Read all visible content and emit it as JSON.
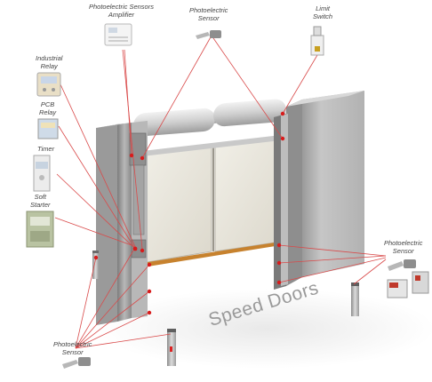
{
  "title": "Speed Doors",
  "labels": {
    "amplifier": [
      "Photoelectric Sensors",
      "Amplifier"
    ],
    "sensor_top": [
      "Photoelectric",
      "Sensor"
    ],
    "limit_switch": [
      "Limit",
      "Switch"
    ],
    "industrial_relay": [
      "Industrial",
      "Relay"
    ],
    "pcb_relay": [
      "PCB",
      "Relay"
    ],
    "timer": [
      "Timer"
    ],
    "soft_starter": [
      "Soft",
      "Starter"
    ],
    "sensor_right": [
      "Photoelectric",
      "Sensor"
    ],
    "sensor_bottom": [
      "Photoelectric",
      "Sensor"
    ]
  },
  "colors": {
    "leader": "#d94a4a",
    "dot": "#d81b1b",
    "panel": "#e7e4da",
    "steel": "#a9a9a9"
  }
}
